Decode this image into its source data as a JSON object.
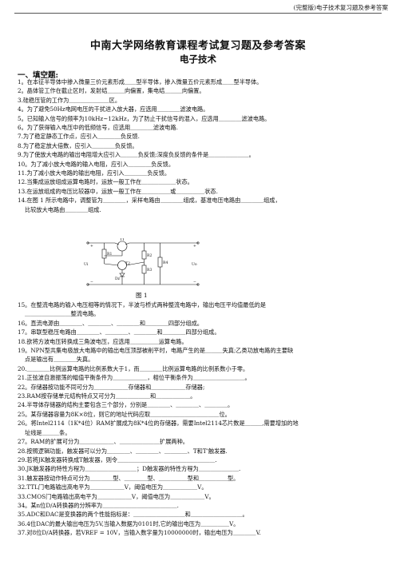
{
  "header": "(完整版)电子技术复习题及参考答案",
  "title": "中南大学网络教育课程考试复习题及参考答案",
  "subtitle": "电子技术",
  "section": "一、填空题:",
  "questions_part1": [
    "1。在本征半导体中掺入微量三价元素形成＿＿型半导体，掺入微量五价元素形成＿＿型半导体。",
    "2。晶体管工作在截止区时，发射结＿＿＿向偏置，集电结＿＿＿向偏置。",
    "3.硅稳压管的工作为＿＿＿＿＿＿＿区。",
    "4。为了避免50Hz电网电压的干扰进入放大器，应选用＿＿＿＿滤波电路。",
    "5。已知输入信号的频率为10kHz~12kHz，为了防止干扰信号的混入，应选用＿＿＿＿滤波电路。",
    "6。为了获得输入电压中的低频信号，应选用＿＿＿＿滤波电路.",
    "7.为了稳定静态工作点，应引入＿＿＿＿负反馈.",
    "8.为了稳定放大倍数，应引入＿＿＿＿负反馈。",
    "9.为了使放大电路的输出电阻增大应引入＿＿＿负反馈;深度负反馈的条件是＿＿＿＿＿＿＿。",
    "10。为了减小放大电路的输入电阻，应引入＿＿＿＿负反馈。",
    "11.为了减小放大电路的输出电阻，应引入＿＿＿＿负反馈。",
    "12.当集成运放组成运算电路时，运放一般工作在＿＿＿＿＿＿状态。",
    "13.在运放组成的电压比较器中，运放一般工作在＿＿＿＿＿或＿＿＿＿＿状态.",
    "14.在图 1 所示电路中，调整管为＿＿＿＿，采样电路由＿＿＿＿组成，基准电压电路由＿＿＿＿组成，",
    "比较放大电路由＿＿＿＿组成."
  ],
  "figure_labels": {
    "t1": "T1",
    "t2": "T2",
    "r1": "R1",
    "r2": "R2",
    "r3": "R3",
    "r4": "R4",
    "dz": "Dz",
    "ui": "Ui",
    "uo": "Uo",
    "plus": "+",
    "minus": "−"
  },
  "figure_caption": "图 1",
  "questions_part2": [
    "15。在整流电路的输入电压相等的情况下，半波与桥式两种整流电路中，输出电压平均值最低的是",
    "＿＿＿＿＿＿＿＿整流电路。",
    "16。直流电源由＿＿＿＿、＿＿＿＿、＿＿＿＿和＿＿＿＿四部分组成。",
    "17。串联型稳压电路由＿＿＿＿、＿＿＿＿、＿＿＿＿和＿＿＿＿四部分组成。",
    "18.欲将方波电压转换成三角波电压，应选用＿＿＿＿＿运算电路。",
    "19。NPN型共集电极放大电路中的输出电压顶部被削平时，电路产生的是＿＿＿失真;乙类功放电路的主要缺",
    "点是输出有＿＿＿＿失真。",
    "20.＿＿＿＿比例运算电路的比例系数大于1，而＿＿＿＿比例运算电路的比例系数小于零。",
    "21.正弦波自激振荡的幅值平衡条件为＿＿＿＿＿＿，相位平衡条件为＿＿＿＿＿＿＿＿＿。",
    "22。存储器按功能不同可分为＿＿＿＿＿＿存储器和＿＿＿＿＿＿存储器;",
    "23.RAM按存储单元结构特点又可分为＿＿＿＿＿＿和＿＿＿＿＿＿。",
    "24.半导体存储器的结构主要包含三个部分，分别是＿＿＿＿、＿＿＿＿、＿＿＿＿。",
    "25。某存储器容量为8K×8位，则它的地址代码应取＿＿＿＿＿＿＿＿＿＿＿＿位。",
    "26。将Intel2114（1K*4位）RAM扩展成为8K*4位的存储器，需要Intel2114芯片数是＿＿＿,需要增加的地",
    "址线是＿＿＿条。",
    "27。RAM的扩展可分为＿＿＿＿＿＿、＿＿＿＿＿＿＿扩展两种。",
    "28.按照逻辑功能，触发器可以分为＿＿＿＿、＿＿＿＿、＿＿＿＿、T和T’触发器.",
    "29.若将JK触发器转换成T触发器，则令＿＿＿＿＿＿＿＿＿＿＿＿＿＿＿＿＿.",
    "30.JK触发器的特性方程为＿＿＿＿＿＿＿＿＿；D触发器的特性方程为＿＿＿＿＿＿＿.",
    "31.触发器按动作特点可分为＿＿＿＿型、＿＿＿＿型、＿＿＿＿＿型和＿＿＿＿＿型。",
    "32.TTL门电路输出高电平为＿＿＿＿＿＿V，阈值电压为＿＿＿＿＿＿V。",
    "33.CMOS门电路输出高电平为＿＿＿＿＿＿V，阈值电压为＿＿＿＿＿＿V。",
    "34。某n位D/A转换器的分辨率为＿＿＿＿＿＿＿＿＿＿＿＿＿.",
    "35.ADC和DAC是变换器的两个性能指标是：＿＿＿＿＿＿＿＿＿和＿＿＿＿＿＿＿＿＿。",
    "36.4位DAC的最大输出电压为5V,当输入数据为0101时,它的输出电压为＿＿＿＿＿V。",
    "37.对8位D/A转换器，若VREF = 10V，当输入数字量为10000000时，输出电压为＿＿＿＿V."
  ]
}
